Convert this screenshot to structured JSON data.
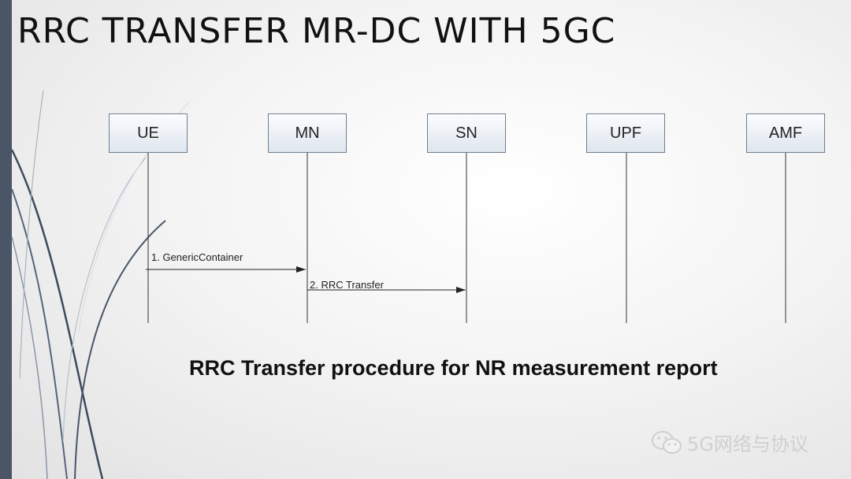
{
  "title": "RRC TRANSFER MR-DC WITH 5GC",
  "entities": [
    "UE",
    "MN",
    "SN",
    "UPF",
    "AMF"
  ],
  "messages": [
    {
      "label": "1. GenericContainer",
      "from": "UE",
      "to": "MN"
    },
    {
      "label": "2. RRC Transfer",
      "from": "MN",
      "to": "SN"
    }
  ],
  "caption": "RRC Transfer procedure for NR measurement report",
  "watermark": {
    "icon": "wechat-icon",
    "text": "5G网络与协议"
  },
  "colors": {
    "sidebar": "#4a5568",
    "box_border": "#6f7e8f",
    "line": "#333333"
  }
}
